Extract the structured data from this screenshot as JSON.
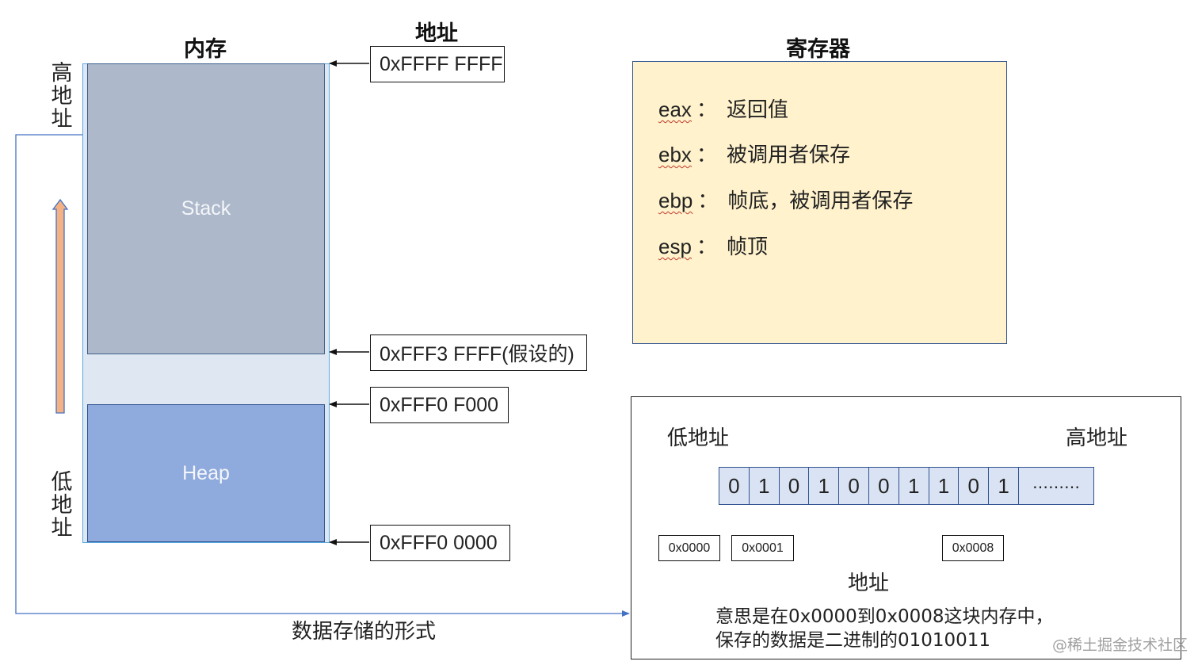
{
  "memory": {
    "title": "内存",
    "high_label": [
      "高",
      "地",
      "址"
    ],
    "low_label": [
      "低",
      "地",
      "址"
    ],
    "stack_label": "Stack",
    "heap_label": "Heap"
  },
  "addresses": {
    "title": "地址",
    "items": [
      "0xFFFF FFFF",
      "0xFFF3 FFFF(假设的)",
      "0xFFF0 F000",
      "0xFFF0 0000"
    ]
  },
  "registers": {
    "title": "寄存器",
    "items": [
      {
        "name": "eax",
        "sep": "：",
        "desc": "返回值"
      },
      {
        "name": "ebx",
        "sep": "：",
        "desc": "被调用者保存"
      },
      {
        "name": "ebp",
        "sep": "：",
        "desc": "帧底，被调用者保存"
      },
      {
        "name": "esp",
        "sep": "：",
        "desc": "帧顶"
      }
    ]
  },
  "storage": {
    "caption": "数据存储的形式",
    "low_address": "低地址",
    "high_address": "高地址",
    "bits": [
      "0",
      "1",
      "0",
      "1",
      "0",
      "0",
      "1",
      "1",
      "0",
      "1"
    ],
    "more": "………",
    "byte_addresses": [
      "0x0000",
      "0x0001",
      "0x0008"
    ],
    "address_label": "地址",
    "explanation_line1": "意思是在0x0000到0x0008这块内存中，",
    "explanation_line2": "保存的数据是二进制的01010011"
  },
  "watermark": "@稀土掘金技术社区",
  "colors": {
    "stack": "#adb9ca",
    "heap": "#8faadc",
    "register_bg": "#fff2cc",
    "growth_arrow": "#f4b183",
    "connector": "#4472c4"
  }
}
